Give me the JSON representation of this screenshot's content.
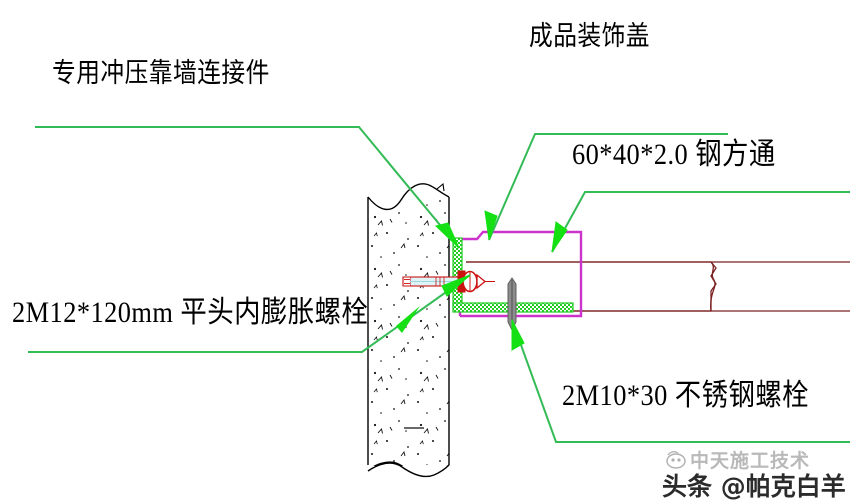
{
  "drawing": {
    "title": "Wall-mounted steel tube bracket construction detail",
    "background_color": "#ffffff",
    "colors": {
      "leader_green": "#33bb55",
      "arrow_green": "#14e014",
      "cover_magenta": "#cc33cc",
      "tube_darkred": "#7b2020",
      "bracket_green": "#22cc22",
      "bolt_red": "#cc1111",
      "bolt_shaft_cyan": "#bfe8ee",
      "ss_bolt_gray": "#808080",
      "wall_outline": "#000000",
      "text_black": "#000000"
    },
    "labels": {
      "wall_connector": "专用冲压靠墙连接件",
      "decor_cover": "成品装饰盖",
      "steel_tube": "60*40*2.0  钢方通",
      "expansion_bolt": "2M12*120mm 平头内膨胀螺栓",
      "stainless_bolt": "2M10*30 不锈钢螺栓"
    },
    "components": [
      {
        "name": "concrete-wall",
        "description": "vertical concrete wall section with break lines and speckle hatching"
      },
      {
        "name": "expansion-bolt",
        "description": "horizontal flat-head internal expansion bolt through wall"
      },
      {
        "name": "wall-connector-bracket",
        "description": "green L-shaped stamped wall connector"
      },
      {
        "name": "decorative-cover",
        "description": "magenta finished decorative cover profile"
      },
      {
        "name": "steel-square-tube",
        "description": "dark red 60x40x2.0 square steel tube with break line"
      },
      {
        "name": "stainless-bolt",
        "description": "gray vertical M10x30 stainless steel bolt"
      }
    ]
  },
  "watermark": {
    "top_text": "中天施工技术",
    "bottom_text": "头条 @帕克白羊"
  }
}
